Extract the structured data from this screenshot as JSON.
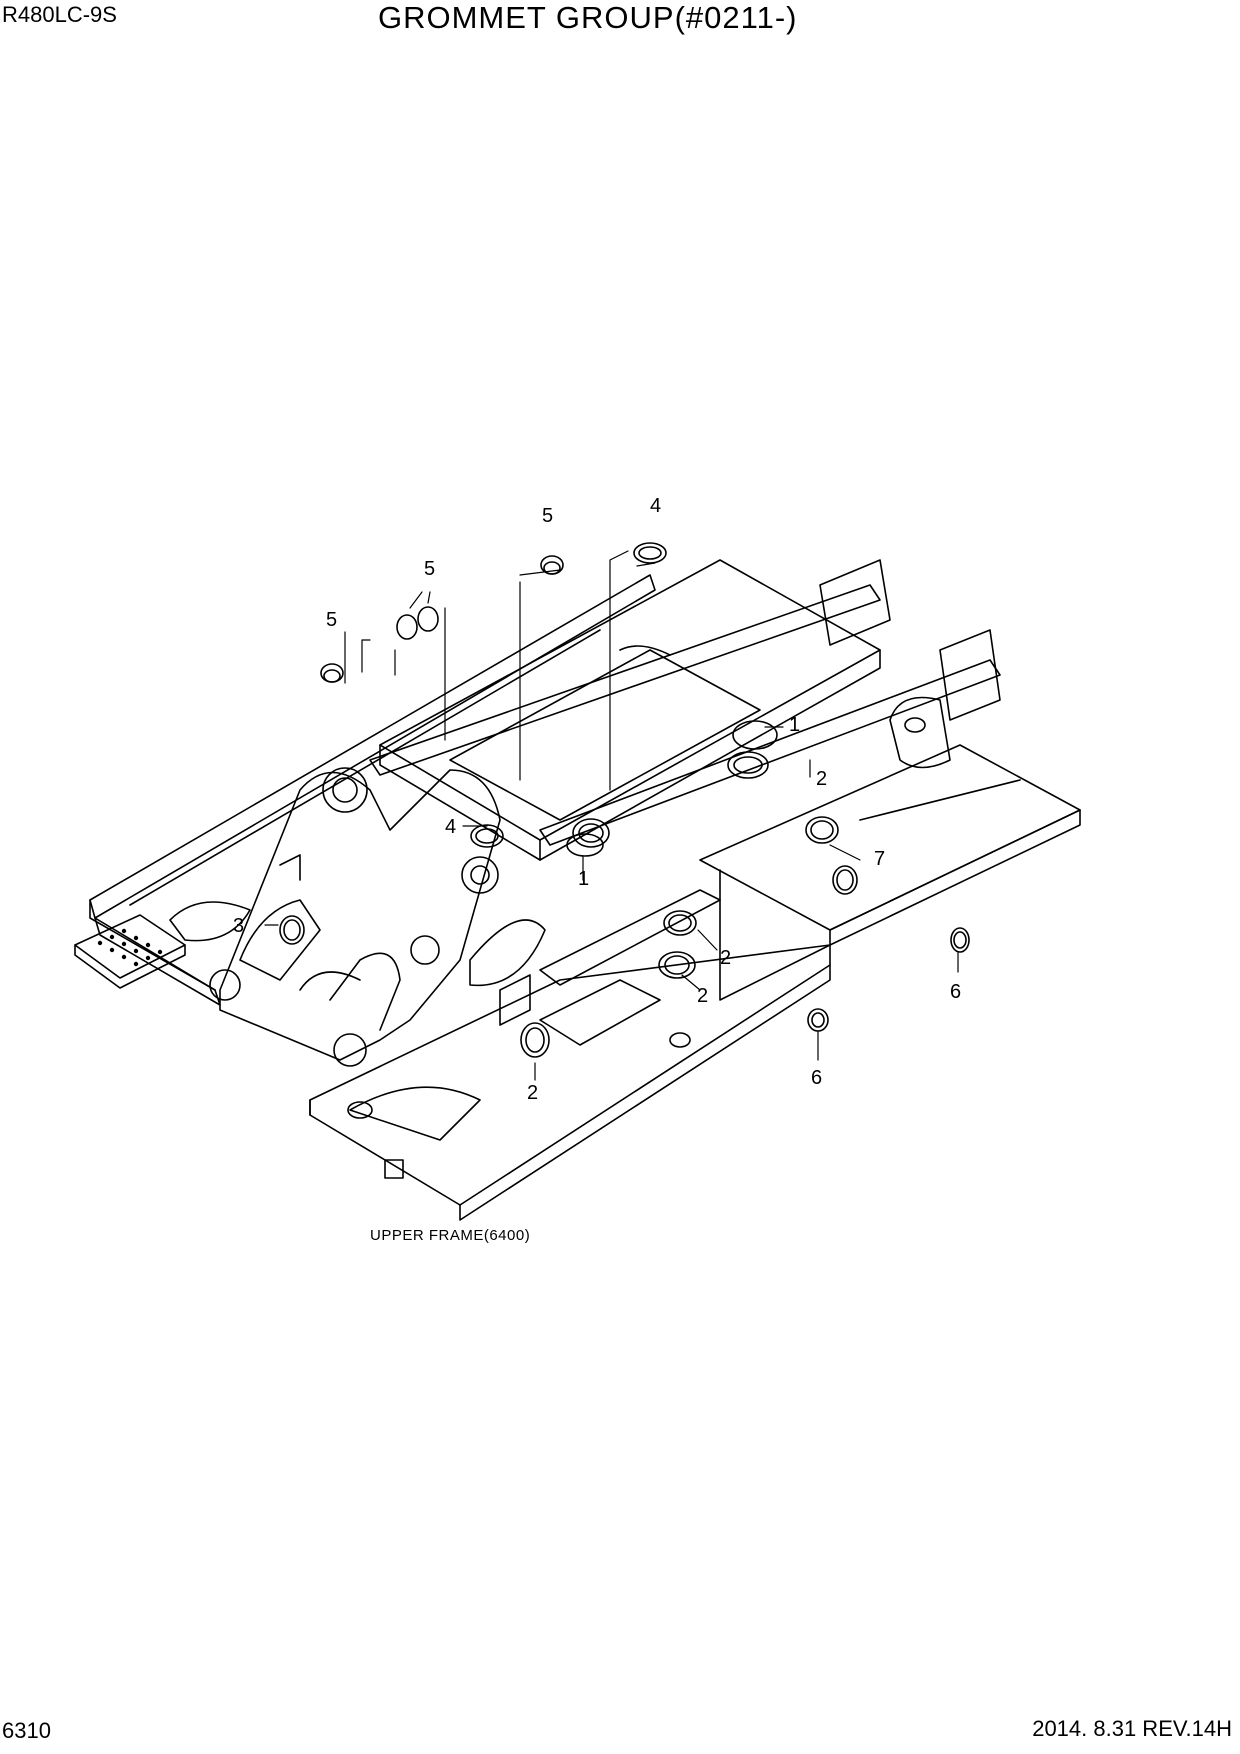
{
  "header": {
    "model": "R480LC-9S",
    "title": "GROMMET GROUP(#0211-)"
  },
  "footer": {
    "page_number": "6310",
    "revision": "2014. 8.31  REV.14H"
  },
  "diagram": {
    "caption": "UPPER FRAME(6400)",
    "callouts": [
      {
        "label": "5"
      },
      {
        "label": "5"
      },
      {
        "label": "5"
      },
      {
        "label": "4"
      },
      {
        "label": "1"
      },
      {
        "label": "2"
      },
      {
        "label": "4"
      },
      {
        "label": "1"
      },
      {
        "label": "7"
      },
      {
        "label": "3"
      },
      {
        "label": "2"
      },
      {
        "label": "2"
      },
      {
        "label": "6"
      },
      {
        "label": "2"
      },
      {
        "label": "6"
      }
    ]
  }
}
